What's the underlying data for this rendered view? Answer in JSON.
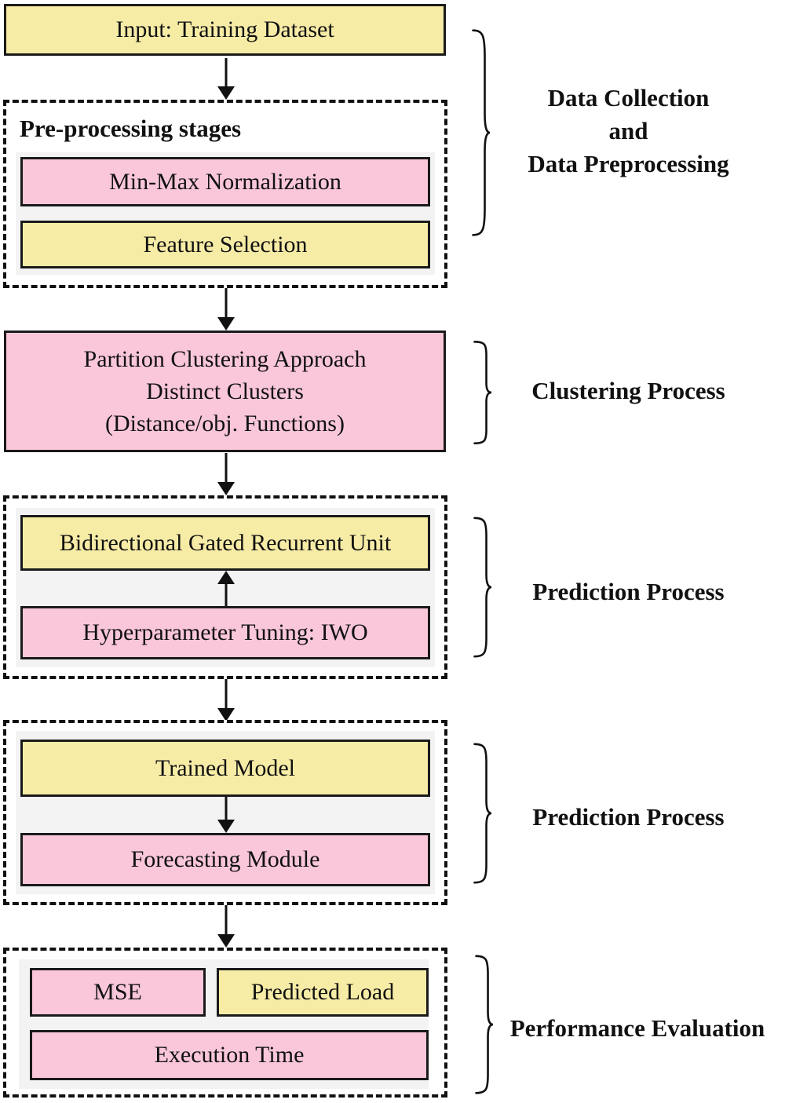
{
  "colors": {
    "yellow": "#f7eca6",
    "pink": "#f9c6da",
    "panel": "#f3f3f3",
    "border": "#1a1a1a"
  },
  "flow": {
    "input_label": "Input: Training Dataset",
    "preprocessing": {
      "title": "Pre-processing stages",
      "minmax_label": "Min-Max Normalization",
      "feature_label": "Feature Selection"
    },
    "clustering": {
      "line1": "Partition Clustering Approach",
      "line2": "Distinct Clusters",
      "line3": "(Distance/obj. Functions)"
    },
    "training": {
      "bigru_label": "Bidirectional Gated Recurrent Unit",
      "hyper_label": "Hyperparameter Tuning: IWO"
    },
    "prediction": {
      "trained_label": "Trained Model",
      "forecast_label": "Forecasting Module"
    },
    "evaluation": {
      "mse_label": "MSE",
      "predicted_label": "Predicted Load",
      "exec_label": "Execution Time"
    }
  },
  "stages": {
    "s1_line1": "Data Collection",
    "s1_line2": "and",
    "s1_line3": "Data Preprocessing",
    "s2": "Clustering Process",
    "s3": "Prediction Process",
    "s4": "Prediction Process",
    "s5": "Performance Evaluation"
  }
}
